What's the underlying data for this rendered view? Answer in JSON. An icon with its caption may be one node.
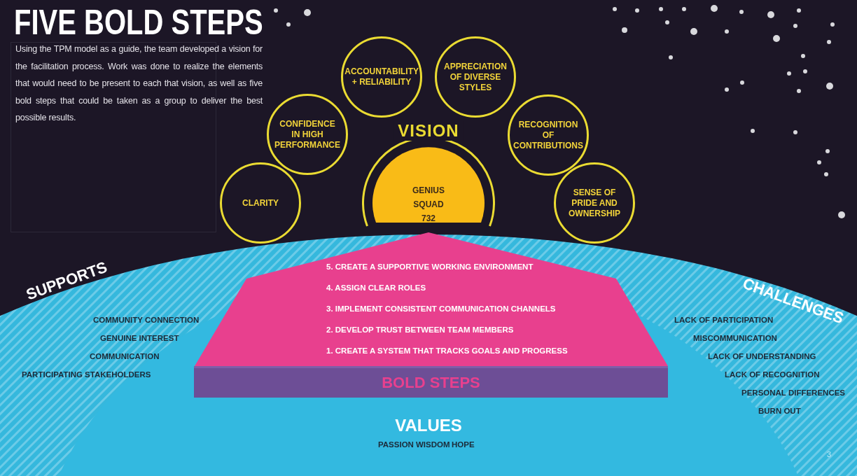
{
  "diagram": {
    "title": "FIVE BOLD STEPS",
    "nodes": [
      {
        "text": [
          "CLARITY"
        ]
      },
      {
        "text": [
          "CONFIDENCE IN HIGH PERFORMANCE"
        ]
      },
      {
        "text": [
          "ACCOUNTABILITY + RELIABILITY"
        ]
      },
      {
        "text": [
          "APPRECIATION OF DIVERSE STYLES"
        ]
      },
      {
        "text": [
          "RECOGNITION OF CONTRIBUTIONS"
        ]
      },
      {
        "text": [
          "SENSE OF PRIDE AND OWNERSHIP"
        ]
      },
      {
        "text": [
          "VISION"
        ]
      },
      {
        "text": [
          "GENIUS SQUAD 732"
        ],
        "in": 6
      },
      {
        "text": [
          "VALUES",
          "PASSION",
          "WISDOM",
          "HOPE"
        ]
      },
      {
        "text": [
          "5. CREATE A SUPPORTIVE WORKING ENVIRONMENT",
          "4. ASSIGN CLEAR ROLES",
          "3. IMPLEMENT CONSISTENT COMMUNICATION CHANNELS",
          "2. DEVELOP TRUST BETWEEN TEAM MEMBERS",
          "1. CREATE A SYSTEM THAT TRACKS GOALS AND PROGRESS"
        ]
      },
      {
        "text": [
          "BOLD STEPS"
        ]
      }
    ],
    "labels": [
      "Using the TPM model as a guide, the team developed a vision for the facilitation process. Work was done to realize the elements that would need to be present to each that vision, as well as five bold steps that could be taken as a group to deliver the best possible results.",
      "SUPPORTS",
      "COMMUNITY CONNECTION",
      "GENUINE INTEREST",
      "COMMUNICATION",
      "PARTICIPATING STAKEHOLDERS",
      "CHALLENGES",
      "LACK OF PARTICIPATION",
      "MISCOMMUNICATION",
      "LACK OF UNDERSTANDING",
      "LACK OF RECOGNITION",
      "PERSONAL DIFFERENCES",
      "BURN OUT",
      "3"
    ]
  }
}
